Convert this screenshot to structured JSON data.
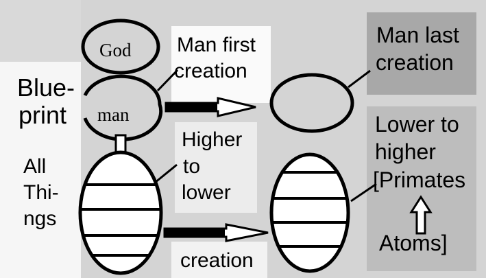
{
  "labels": {
    "god": "God",
    "man": "man",
    "blueprint_l1": "Blue-",
    "blueprint_l2": "print",
    "man_first_l1": "Man first",
    "man_first_l2": "creation",
    "man_last_l1": "Man last",
    "man_last_l2": "creation",
    "all_things_l1": "All",
    "all_things_l2": "Thi-",
    "all_things_l3": "ngs",
    "higher_l1": "Higher",
    "higher_l2": "to",
    "higher_l3": "lower",
    "lower_l1": "Lower to",
    "lower_l2": "higher",
    "lower_l3": "[Primates",
    "atoms": "Atoms]",
    "creation_bottom": "creation"
  },
  "colors": {
    "background": "#d4d4d4",
    "panel_light": "#f4f4f4",
    "panel_mid": "#e4e4e4",
    "panel_dark": "#a9a9a9",
    "ink": "#000000"
  }
}
